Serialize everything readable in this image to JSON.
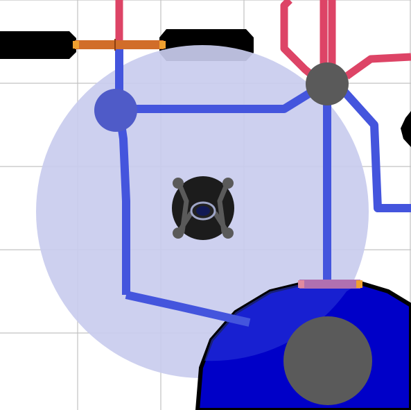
{
  "game": {
    "view": "top-down map",
    "grid": {
      "color": "#c2c2c2",
      "visible": true
    },
    "colors": {
      "background": "#ffffff",
      "blue_route": "#4455dd",
      "red_route": "#dd4466",
      "node": "#5a5a5a",
      "range_circle": "#c9ccee",
      "player_body": "#1c1c1c",
      "deep_water": "#0000c8",
      "shore_outline": "#000000",
      "bridge_orange": "#d16d2a",
      "bridge_purple": "#b070b0",
      "bridge_endcap": "#f0a030"
    },
    "entities": [
      {
        "name": "player-unit",
        "icon": "quad-spider-icon"
      },
      {
        "name": "junction-node-left",
        "icon": "circle"
      },
      {
        "name": "junction-node-right",
        "icon": "circle"
      },
      {
        "name": "large-node-bottom",
        "icon": "circle"
      },
      {
        "name": "bridge-top",
        "icon": "bridge"
      },
      {
        "name": "bridge-bottom",
        "icon": "bridge"
      }
    ]
  }
}
